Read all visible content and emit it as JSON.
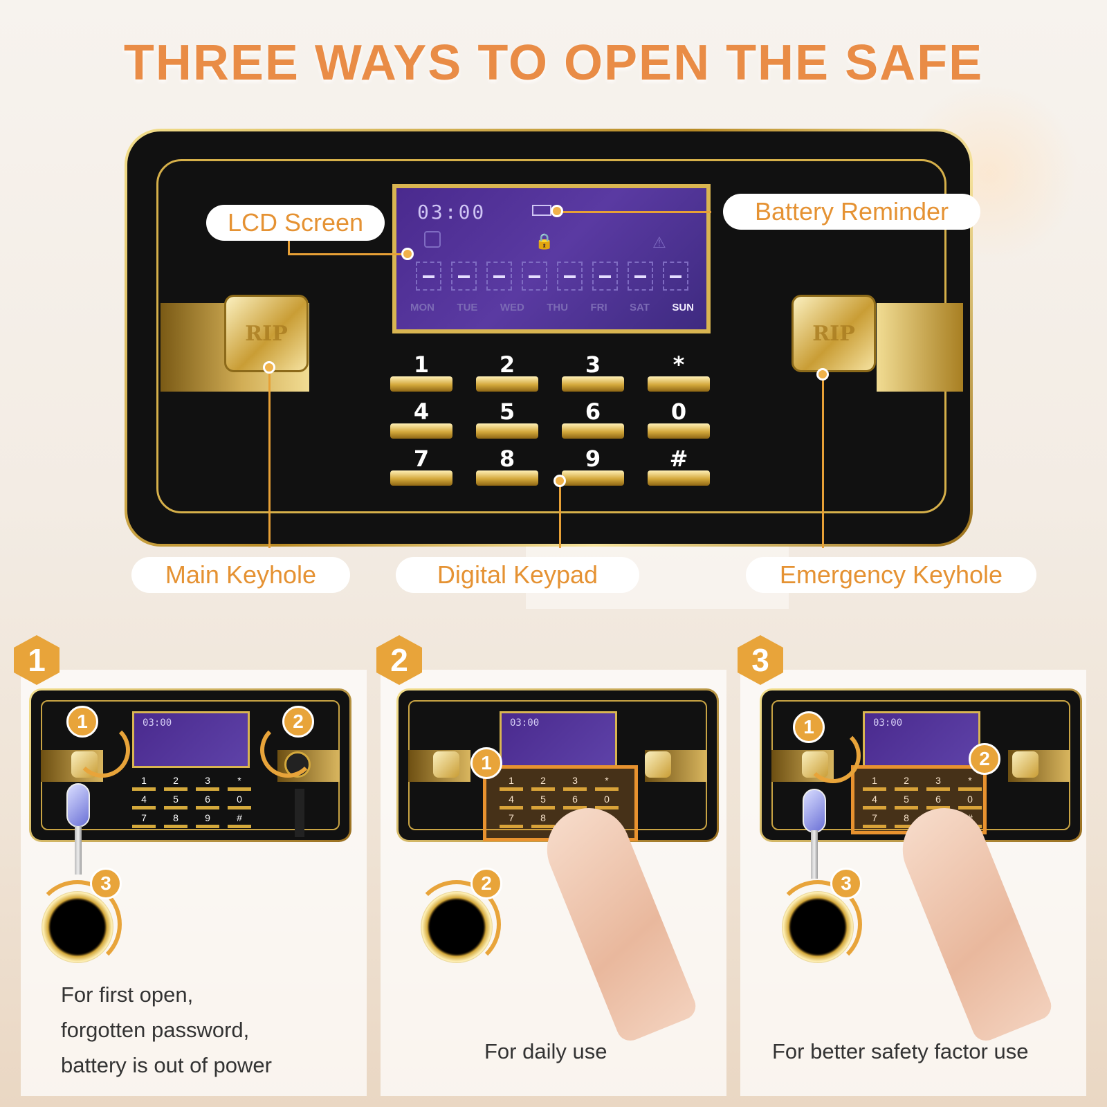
{
  "title": "THREE WAYS TO OPEN THE SAFE",
  "lcd": {
    "time": "03:00",
    "days": [
      "MON",
      "TUE",
      "WED",
      "THU",
      "FRI",
      "SAT",
      "SUN"
    ],
    "active_day": "SUN"
  },
  "keypad": [
    "1",
    "2",
    "3",
    "*",
    "4",
    "5",
    "6",
    "0",
    "7",
    "8",
    "9",
    "#"
  ],
  "keyhole_emboss": "RIP",
  "callouts": {
    "lcd_screen": "LCD Screen",
    "battery_reminder": "Battery Reminder",
    "main_keyhole": "Main Keyhole",
    "digital_keypad": "Digital Keypad",
    "emergency_keyhole": "Emergency Keyhole"
  },
  "steps": [
    {
      "number": "1",
      "caption_lines": [
        "For first open,",
        "forgotten password,",
        "battery is out of power"
      ],
      "badges": [
        "1",
        "2",
        "3"
      ]
    },
    {
      "number": "2",
      "caption_lines": [
        "For daily use"
      ],
      "badges": [
        "1",
        "2"
      ]
    },
    {
      "number": "3",
      "caption_lines": [
        "For better safety factor use"
      ],
      "badges": [
        "1",
        "2",
        "3"
      ]
    }
  ],
  "colors": {
    "title": "#e98c46",
    "accent": "#e8a43a",
    "gold": "#d4a93c",
    "lcd": "#4a2a8e",
    "panel": "#111111"
  }
}
